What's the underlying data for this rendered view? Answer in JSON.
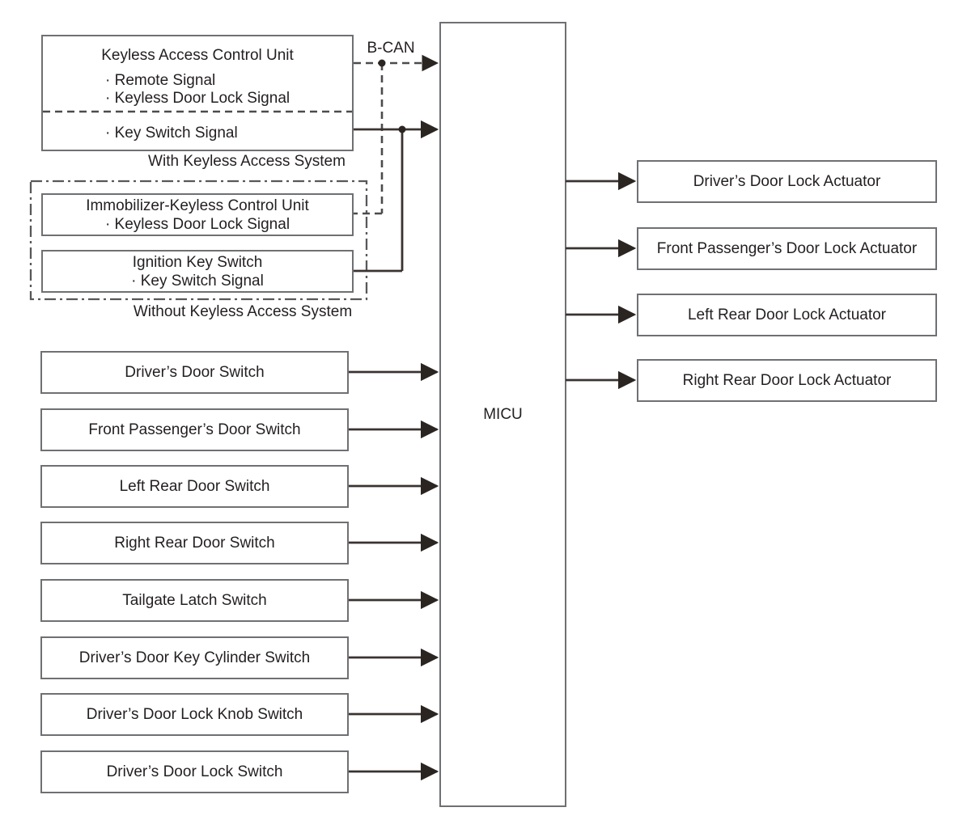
{
  "bcan_label": "B-CAN",
  "micu_label": "MICU",
  "keyless_unit": {
    "title": "Keyless Access Control Unit",
    "signals_top": [
      "· Remote Signal",
      "· Keyless Door Lock Signal"
    ],
    "signal_bottom": "· Key Switch Signal",
    "caption": "With Keyless Access System"
  },
  "without_group": {
    "caption": "Without Keyless Access System",
    "immobilizer_title": "Immobilizer-Keyless Control Unit",
    "immobilizer_signal": "· Keyless Door Lock Signal",
    "ignition_title": "Ignition Key Switch",
    "ignition_signal": "· Key Switch Signal"
  },
  "left_switches": [
    {
      "label": "Driver’s Door Switch"
    },
    {
      "label": "Front Passenger’s Door Switch"
    },
    {
      "label": "Left Rear Door Switch"
    },
    {
      "label": "Right Rear Door Switch"
    },
    {
      "label": "Tailgate Latch Switch"
    },
    {
      "label": "Driver’s Door Key Cylinder Switch"
    },
    {
      "label": "Driver’s Door Lock Knob Switch"
    },
    {
      "label": "Driver’s Door Lock Switch"
    }
  ],
  "right_actuators": [
    {
      "label": "Driver’s Door Lock Actuator"
    },
    {
      "label": "Front Passenger’s Door Lock Actuator"
    },
    {
      "label": "Left Rear Door Lock Actuator"
    },
    {
      "label": "Right Rear Door Lock Actuator"
    }
  ],
  "colors": {
    "line": "#3a3330",
    "dashed_line": "#4c4c4e",
    "box_border": "#6f7073",
    "text": "#231f20",
    "background": "#ffffff"
  }
}
